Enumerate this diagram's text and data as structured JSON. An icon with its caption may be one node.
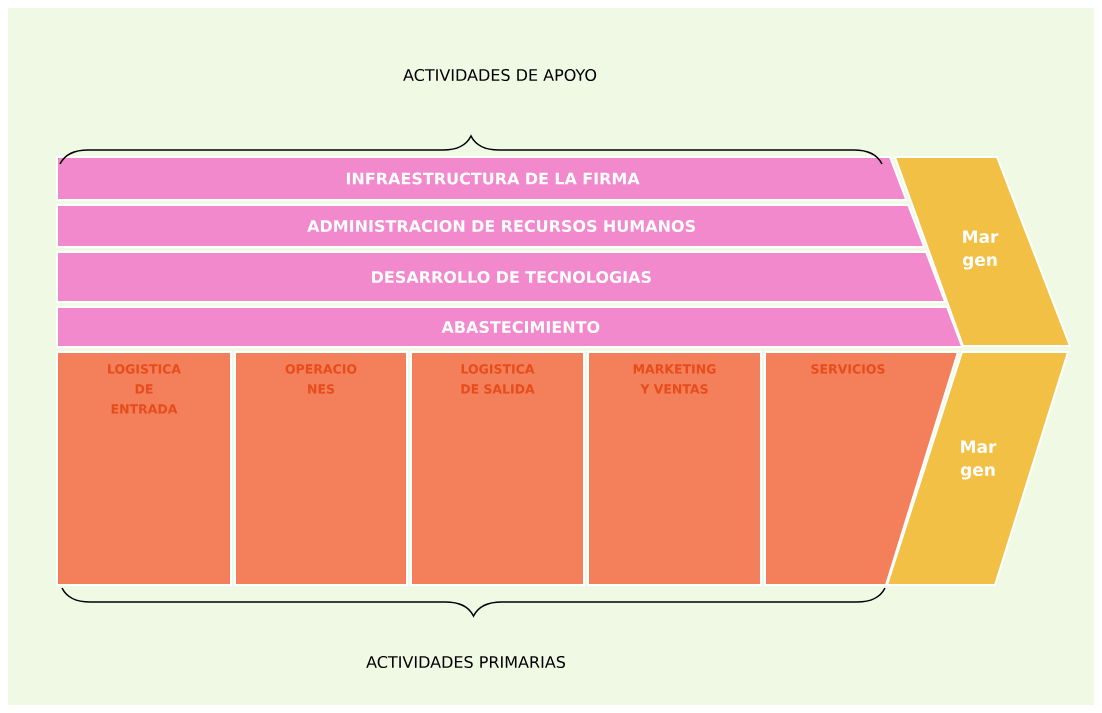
{
  "diagram": {
    "nodes": [
      {
        "text": [
          "INFRAESTRUCTURA DE LA FIRMA"
        ]
      },
      {
        "text": [
          "ADMINISTRACION DE RECURSOS HUMANOS"
        ]
      },
      {
        "text": [
          "DESARROLLO DE TECNOLOGIAS"
        ]
      },
      {
        "text": [
          "ABASTECIMIENTO"
        ]
      },
      {
        "text": [
          "Mar gen"
        ]
      },
      {
        "text": [
          "LOGISTICA DE ENTRADA"
        ]
      },
      {
        "text": [
          "OPERACIO NES"
        ]
      },
      {
        "text": [
          "LOGISTICA DE SALIDA"
        ]
      },
      {
        "text": [
          "MARKETING Y VENTAS"
        ]
      },
      {
        "text": [
          "SERVICIOS"
        ]
      },
      {
        "text": [
          "Mar gen"
        ]
      }
    ],
    "labels": [
      "ACTIVIDADES DE APOYO",
      "ACTIVIDADES PRIMARIAS"
    ]
  }
}
